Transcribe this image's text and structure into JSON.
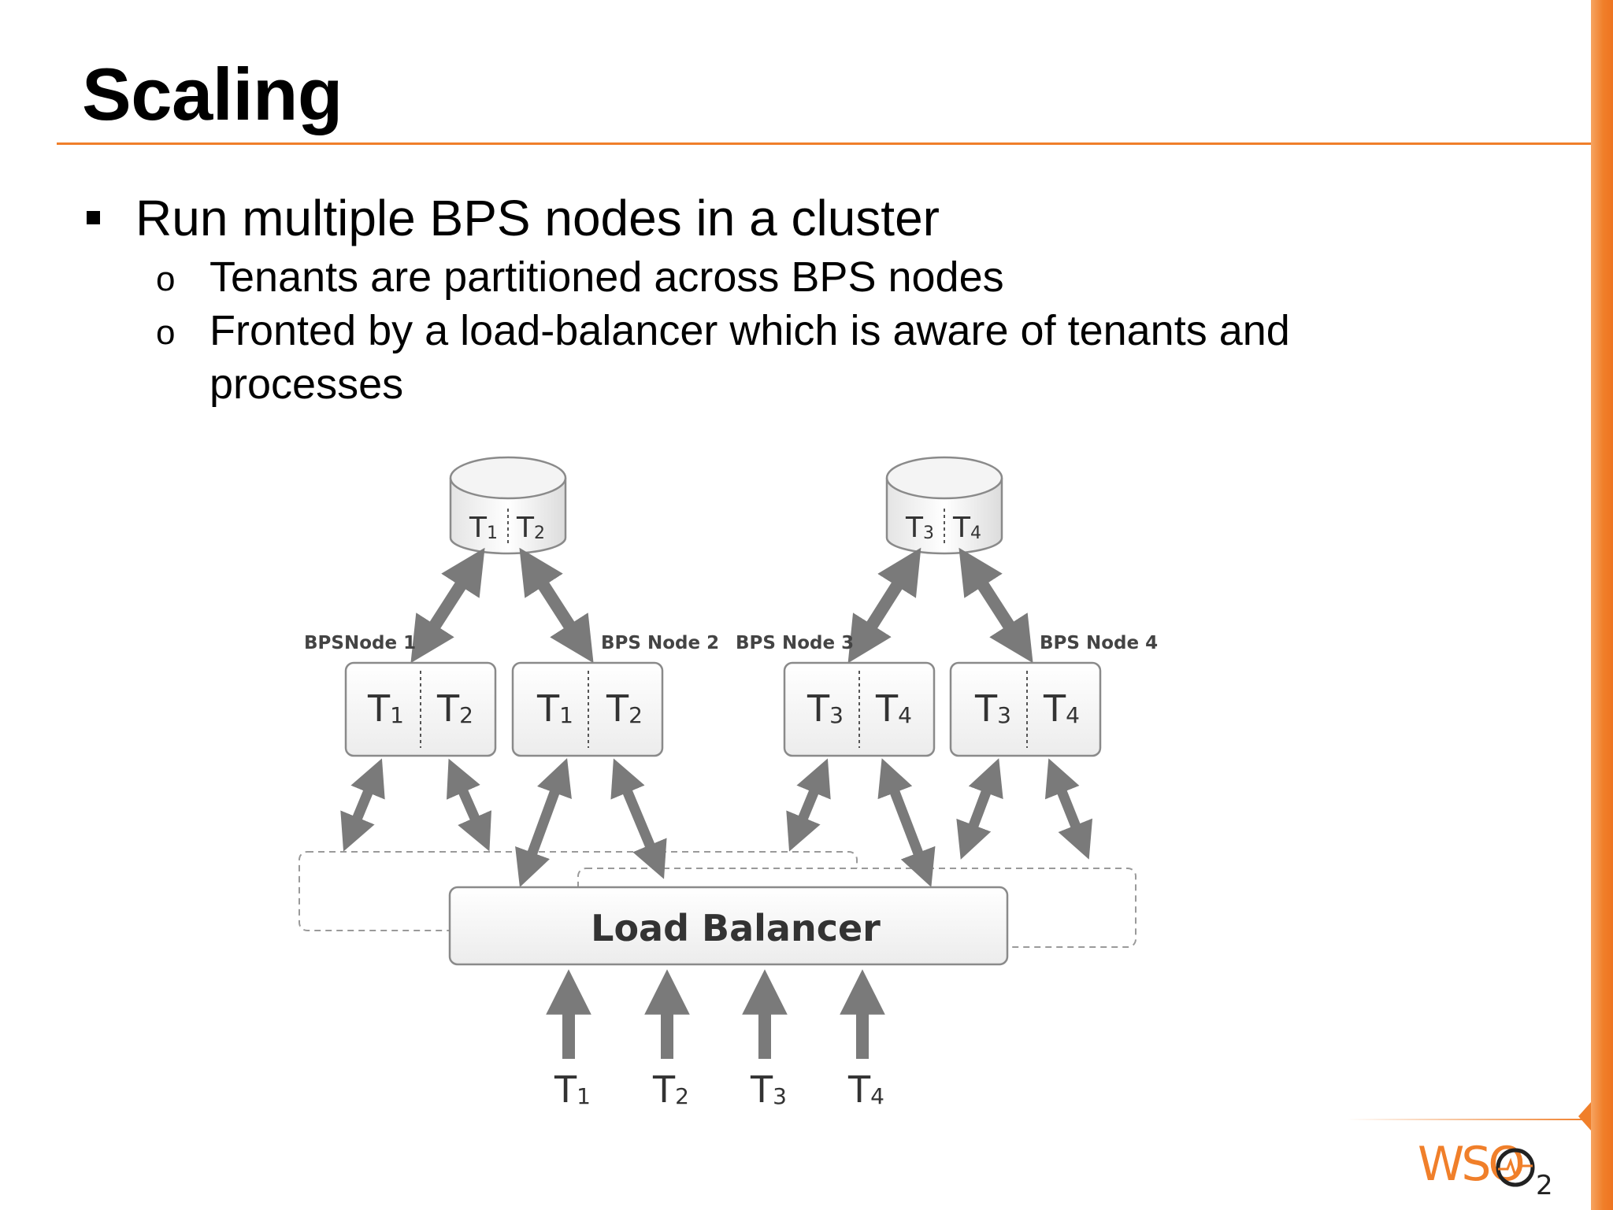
{
  "slide": {
    "title": "Scaling",
    "bullets": [
      {
        "text": "Run multiple BPS nodes in a cluster",
        "sub": [
          "Tenants are partitioned across BPS nodes",
          "Fronted by a load-balancer which is aware of tenants and",
          "processes"
        ]
      }
    ],
    "sub_marker": "o"
  },
  "diagram": {
    "databases": [
      {
        "label_a": "T",
        "sub_a": "1",
        "label_b": "T",
        "sub_b": "2"
      },
      {
        "label_a": "T",
        "sub_a": "3",
        "label_b": "T",
        "sub_b": "4"
      }
    ],
    "nodes": [
      {
        "name": "BPSNode 1",
        "label_a": "T",
        "sub_a": "1",
        "label_b": "T",
        "sub_b": "2"
      },
      {
        "name": "BPS Node 2",
        "label_a": "T",
        "sub_a": "1",
        "label_b": "T",
        "sub_b": "2"
      },
      {
        "name": "BPS Node 3",
        "label_a": "T",
        "sub_a": "3",
        "label_b": "T",
        "sub_b": "4"
      },
      {
        "name": "BPS Node 4",
        "label_a": "T",
        "sub_a": "3",
        "label_b": "T",
        "sub_b": "4"
      }
    ],
    "load_balancer": "Load Balancer",
    "inputs": [
      {
        "label": "T",
        "sub": "1"
      },
      {
        "label": "T",
        "sub": "2"
      },
      {
        "label": "T",
        "sub": "3"
      },
      {
        "label": "T",
        "sub": "4"
      }
    ]
  },
  "logo": {
    "text": "WSO",
    "sub": "2"
  },
  "colors": {
    "accent": "#f07f2a",
    "arrow": "#7a7a7a",
    "box_stroke": "#8a8a8a"
  }
}
